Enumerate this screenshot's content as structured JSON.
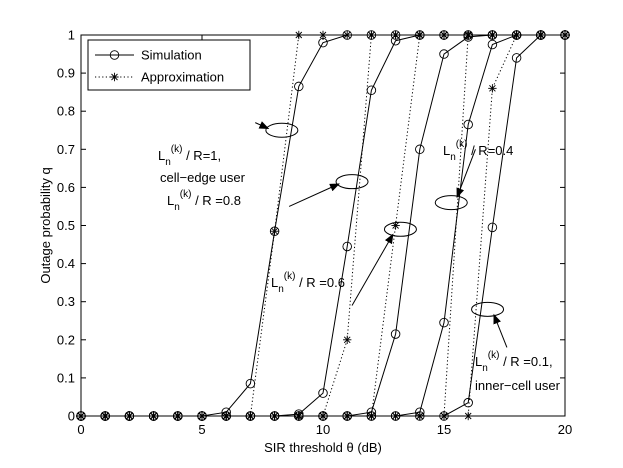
{
  "chart_data": {
    "type": "line",
    "xlabel": "SIR threshold θ (dB)",
    "ylabel": "Outage probability q",
    "xlim": [
      0,
      20
    ],
    "ylim": [
      0,
      1
    ],
    "xticks": [
      0,
      5,
      10,
      15,
      20
    ],
    "xtick_labels": [
      "0",
      "5",
      "10",
      "15",
      "20"
    ],
    "yticks": [
      0,
      0.1,
      0.2,
      0.3,
      0.4,
      0.5,
      0.6,
      0.7,
      0.8,
      0.9,
      1
    ],
    "ytick_labels": [
      "0",
      "0.1",
      "0.2",
      "0.3",
      "0.4",
      "0.5",
      "0.6",
      "0.7",
      "0.8",
      "0.9",
      "1"
    ],
    "grid": false,
    "legend": {
      "placement": "top-left",
      "entries": [
        {
          "label": "Simulation",
          "style": "solid-circle"
        },
        {
          "label": "Approximation",
          "style": "dotted-star"
        }
      ]
    },
    "series": [
      {
        "group": "R=1",
        "kind": "Simulation",
        "x": [
          0,
          1,
          2,
          3,
          4,
          5,
          6,
          7,
          8,
          9,
          10,
          11,
          12,
          13,
          14,
          15,
          16,
          17,
          18,
          19,
          20
        ],
        "y": [
          0,
          0,
          0,
          0,
          0,
          0,
          0.01,
          0.085,
          0.485,
          0.865,
          0.98,
          1,
          1,
          1,
          1,
          1,
          1,
          1,
          1,
          1,
          1
        ]
      },
      {
        "group": "R=1",
        "kind": "Approximation",
        "x": [
          0,
          1,
          2,
          3,
          4,
          5,
          6,
          7,
          8,
          9,
          10,
          11,
          12,
          13,
          14,
          15,
          16,
          17,
          18,
          19,
          20
        ],
        "y": [
          0,
          0,
          0,
          0,
          0,
          0,
          0,
          0,
          0.485,
          1,
          1,
          1,
          1,
          1,
          1,
          1,
          1,
          1,
          1,
          1,
          1
        ]
      },
      {
        "group": "R=0.8",
        "kind": "Simulation",
        "x": [
          0,
          1,
          2,
          3,
          4,
          5,
          6,
          7,
          8,
          9,
          10,
          11,
          12,
          13,
          14,
          15,
          16,
          17,
          18,
          19,
          20
        ],
        "y": [
          0,
          0,
          0,
          0,
          0,
          0,
          0,
          0,
          0,
          0.005,
          0.06,
          0.445,
          0.855,
          0.985,
          1,
          1,
          1,
          1,
          1,
          1,
          1
        ]
      },
      {
        "group": "R=0.8",
        "kind": "Approximation",
        "x": [
          0,
          1,
          2,
          3,
          4,
          5,
          6,
          7,
          8,
          9,
          10,
          11,
          12,
          13,
          14,
          15,
          16,
          17,
          18,
          19,
          20
        ],
        "y": [
          0,
          0,
          0,
          0,
          0,
          0,
          0,
          0,
          0,
          0,
          0,
          0.2,
          1,
          1,
          1,
          1,
          1,
          1,
          1,
          1,
          1
        ]
      },
      {
        "group": "R=0.6",
        "kind": "Simulation",
        "x": [
          0,
          1,
          2,
          3,
          4,
          5,
          6,
          7,
          8,
          9,
          10,
          11,
          12,
          13,
          14,
          15,
          16,
          17,
          18,
          19,
          20
        ],
        "y": [
          0,
          0,
          0,
          0,
          0,
          0,
          0,
          0,
          0,
          0,
          0,
          0,
          0.01,
          0.215,
          0.7,
          0.95,
          0.995,
          1,
          1,
          1,
          1
        ]
      },
      {
        "group": "R=0.6",
        "kind": "Approximation",
        "x": [
          0,
          1,
          2,
          3,
          4,
          5,
          6,
          7,
          8,
          9,
          10,
          11,
          12,
          13,
          14,
          15,
          16,
          17,
          18,
          19,
          20
        ],
        "y": [
          0,
          0,
          0,
          0,
          0,
          0,
          0,
          0,
          0,
          0,
          0,
          0,
          0,
          0.5,
          1,
          1,
          1,
          1,
          1,
          1,
          1
        ]
      },
      {
        "group": "R=0.4",
        "kind": "Simulation",
        "x": [
          0,
          1,
          2,
          3,
          4,
          5,
          6,
          7,
          8,
          9,
          10,
          11,
          12,
          13,
          14,
          15,
          16,
          17,
          18,
          19,
          20
        ],
        "y": [
          0,
          0,
          0,
          0,
          0,
          0,
          0,
          0,
          0,
          0,
          0,
          0,
          0,
          0,
          0.01,
          0.245,
          0.765,
          0.975,
          1,
          1,
          1
        ]
      },
      {
        "group": "R=0.4",
        "kind": "Approximation",
        "x": [
          0,
          1,
          2,
          3,
          4,
          5,
          6,
          7,
          8,
          9,
          10,
          11,
          12,
          13,
          14,
          15,
          16,
          17,
          18,
          19,
          20
        ],
        "y": [
          0,
          0,
          0,
          0,
          0,
          0,
          0,
          0,
          0,
          0,
          0,
          0,
          0,
          0,
          0,
          0,
          1,
          1,
          1,
          1,
          1
        ]
      },
      {
        "group": "R=0.1",
        "kind": "Simulation",
        "x": [
          0,
          1,
          2,
          3,
          4,
          5,
          6,
          7,
          8,
          9,
          10,
          11,
          12,
          13,
          14,
          15,
          16,
          17,
          18,
          19,
          20
        ],
        "y": [
          0,
          0,
          0,
          0,
          0,
          0,
          0,
          0,
          0,
          0,
          0,
          0,
          0,
          0,
          0,
          0,
          0.035,
          0.495,
          0.94,
          1,
          1
        ]
      },
      {
        "group": "R=0.1",
        "kind": "Approximation",
        "x": [
          0,
          1,
          2,
          3,
          4,
          5,
          6,
          7,
          8,
          9,
          10,
          11,
          12,
          13,
          14,
          15,
          16,
          17,
          18,
          19,
          20
        ],
        "y": [
          0,
          0,
          0,
          0,
          0,
          0,
          0,
          0,
          0,
          0,
          0,
          0,
          0,
          0,
          0,
          0,
          0,
          0.86,
          1,
          1,
          1
        ]
      }
    ],
    "annotations": [
      {
        "id": "r1",
        "L": "L",
        "sub": "n",
        "sup": "(k)",
        "rest": " / R=1,",
        "line2": "cell−edge user",
        "ellipse": {
          "x": 8.3,
          "y": 0.75
        },
        "arrow_from": {
          "x": 7.2,
          "y": 0.77
        }
      },
      {
        "id": "r08",
        "L": "L",
        "sub": "n",
        "sup": "(k)",
        "rest": " / R =0.8",
        "line2": "",
        "ellipse": {
          "x": 11.2,
          "y": 0.615
        },
        "arrow_from": {
          "x": 8.6,
          "y": 0.55
        }
      },
      {
        "id": "r06",
        "L": "L",
        "sub": "n",
        "sup": "(k)",
        "rest": " / R =0.6",
        "line2": "",
        "ellipse": {
          "x": 13.2,
          "y": 0.49
        },
        "arrow_from": {
          "x": 11.2,
          "y": 0.29
        }
      },
      {
        "id": "r04",
        "L": "L",
        "sub": "n",
        "sup": "(k)",
        "rest": " / R=0.4",
        "line2": "",
        "ellipse": {
          "x": 15.3,
          "y": 0.56
        },
        "arrow_from": {
          "x": 16.3,
          "y": 0.7
        }
      },
      {
        "id": "r01",
        "L": "L",
        "sub": "n",
        "sup": "(k)",
        "rest": " / R =0.1,",
        "line2": "inner−cell user",
        "ellipse": {
          "x": 16.8,
          "y": 0.28
        },
        "arrow_from": {
          "x": 17.6,
          "y": 0.18
        }
      }
    ]
  }
}
